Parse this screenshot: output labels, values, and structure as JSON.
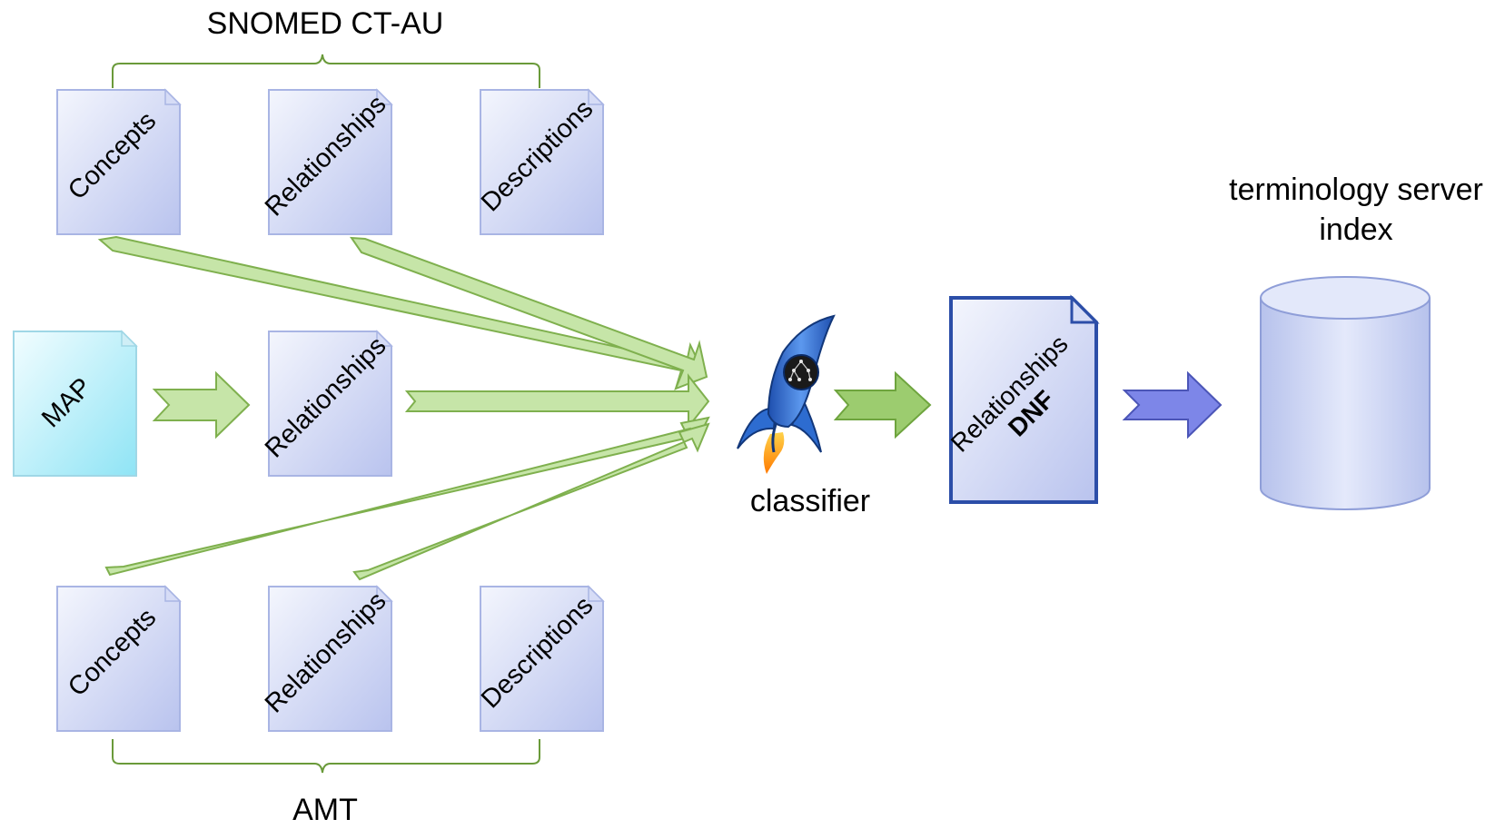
{
  "groups": {
    "top": "SNOMED CT-AU",
    "bottom": "AMT"
  },
  "files": {
    "top": [
      "Concepts",
      "Relationships",
      "Descriptions"
    ],
    "middle": [
      "MAP",
      "Relationships"
    ],
    "bottom": [
      "Concepts",
      "Relationships",
      "Descriptions"
    ]
  },
  "classifier": "classifier",
  "output": {
    "line1": "Relationships",
    "line2": "DNF"
  },
  "server": {
    "line1": "terminology server",
    "line2": "index"
  },
  "icons": {
    "classifier_icon": "rocket-icon",
    "server_icon": "database-icon",
    "file_icon": "document-icon"
  },
  "colors": {
    "file_blue": "#c8d0f0",
    "file_cyan": "#a8ecf8",
    "arrow_green": "#c6e5a8",
    "arrow_green_dark": "#99c96a",
    "arrow_purple": "#7d86e8",
    "db_fill": "#b8c3ec",
    "rocket_blue": "#2d6cd0"
  }
}
